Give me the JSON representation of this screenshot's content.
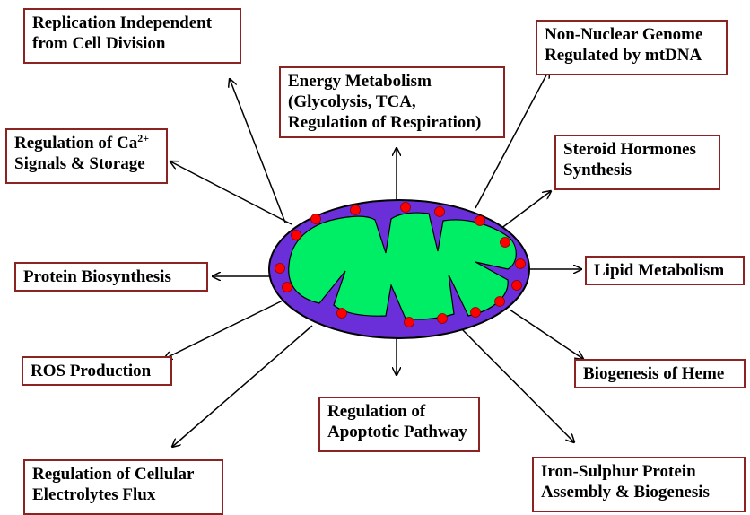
{
  "colors": {
    "box_border": "#8b2323",
    "outer_membrane": "#6a2fd8",
    "matrix": "#00ee66",
    "particles": "#ff0000",
    "arrows": "#000000"
  },
  "center_icon": "mitochondrion",
  "boxes": {
    "replication": {
      "line1": "Replication Independent",
      "line2": "from Cell Division"
    },
    "energy": {
      "line1": "Energy Metabolism",
      "line2": "(Glycolysis, TCA,",
      "line3": "Regulation of Respiration)"
    },
    "non_nuclear": {
      "line1": "Non-Nuclear Genome",
      "line2": "Regulated by mtDNA"
    },
    "calcium": {
      "line1_prefix": "Regulation of Ca",
      "line1_sup": "2+",
      "line2": "Signals & Storage"
    },
    "steroid": {
      "line1": "Steroid Hormones",
      "line2": "Synthesis"
    },
    "protein": {
      "line1": "Protein Biosynthesis"
    },
    "lipid": {
      "line1": "Lipid Metabolism"
    },
    "ros": {
      "line1": "ROS Production"
    },
    "heme": {
      "line1": "Biogenesis of Heme"
    },
    "apoptotic": {
      "line1": "Regulation of",
      "line2": "Apoptotic Pathway"
    },
    "electrolytes": {
      "line1": "Regulation of Cellular",
      "line2": "Electrolytes Flux"
    },
    "iron_sulphur": {
      "line1": "Iron-Sulphur Protein",
      "line2": "Assembly & Biogenesis"
    }
  }
}
